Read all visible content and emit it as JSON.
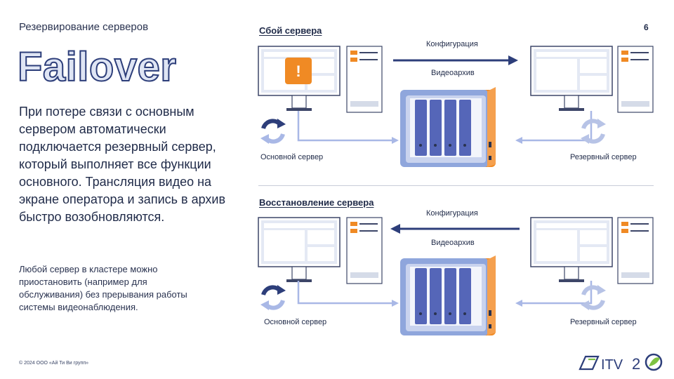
{
  "slide": {
    "subtitle": "Резервирование серверов",
    "title": "Failover",
    "description": "При потере связи с основным сервером автоматически подключается резервный сервер, который выполняет все функции основного. Трансляция видео на экране оператора и запись в архив быстро возобновляются.",
    "note": "Любой сервер в кластере можно приостановить (например для обслуживания) без прерывания работы системы видеонаблюдения.",
    "page_number": "6",
    "copyright": "© 2024 ООО «Ай Ти Ви групп»",
    "logo_text": "ITV 20"
  },
  "diagram_top": {
    "title": "Сбой сервера",
    "config_label": "Конфигурация",
    "archive_label": "Видеоархив",
    "main_server_label": "Основной сервер",
    "backup_server_label": "Резервный сервер",
    "alert_symbol": "!"
  },
  "diagram_bottom": {
    "title": "Восстановление сервера",
    "config_label": "Конфигурация",
    "archive_label": "Видеоархив",
    "main_server_label": "Основной сервер",
    "backup_server_label": "Резервный сервер"
  },
  "colors": {
    "accent": "#2d3e7a",
    "orange": "#f08a24",
    "light_blue": "#a9b8e6",
    "drive_blue": "#5566b8"
  }
}
